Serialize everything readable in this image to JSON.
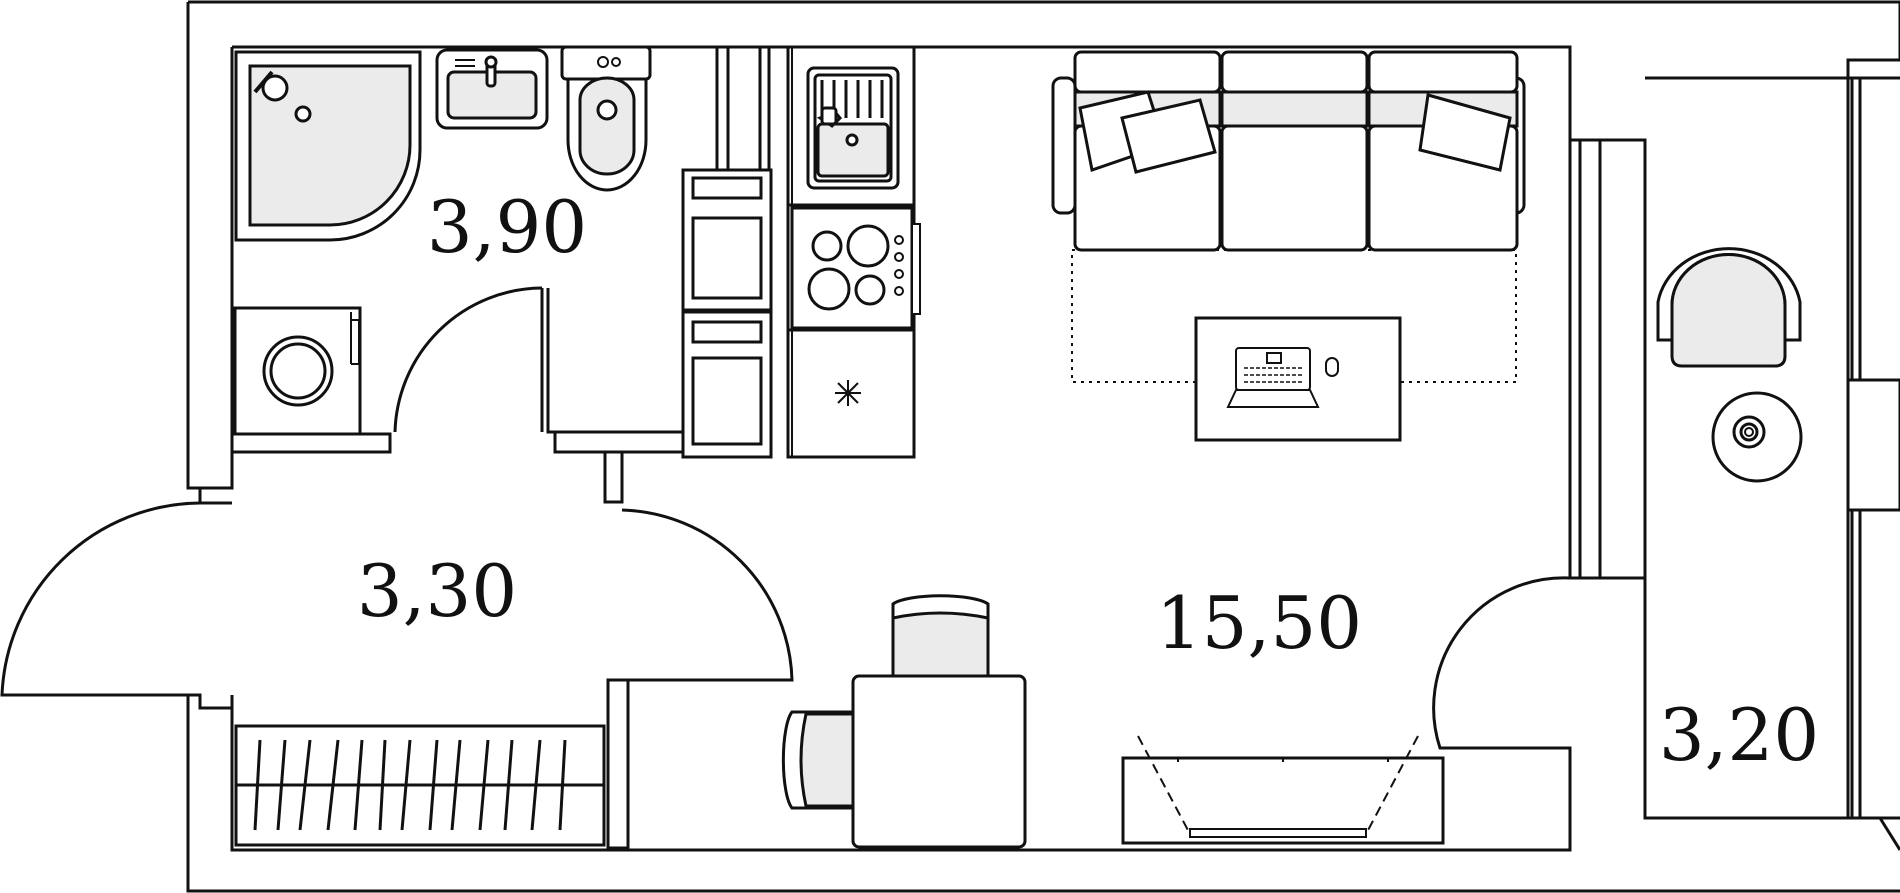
{
  "rooms": {
    "bathroom": {
      "name": "bathroom",
      "area": "3,90"
    },
    "hallway": {
      "name": "hallway",
      "area": "3,30"
    },
    "living_room": {
      "name": "living-room",
      "area": "15,50"
    },
    "balcony": {
      "name": "balcony",
      "area": "3,20"
    }
  },
  "colors": {
    "wall": "#111111",
    "fixture_fill": "#ebebeb",
    "background": "#ffffff"
  }
}
